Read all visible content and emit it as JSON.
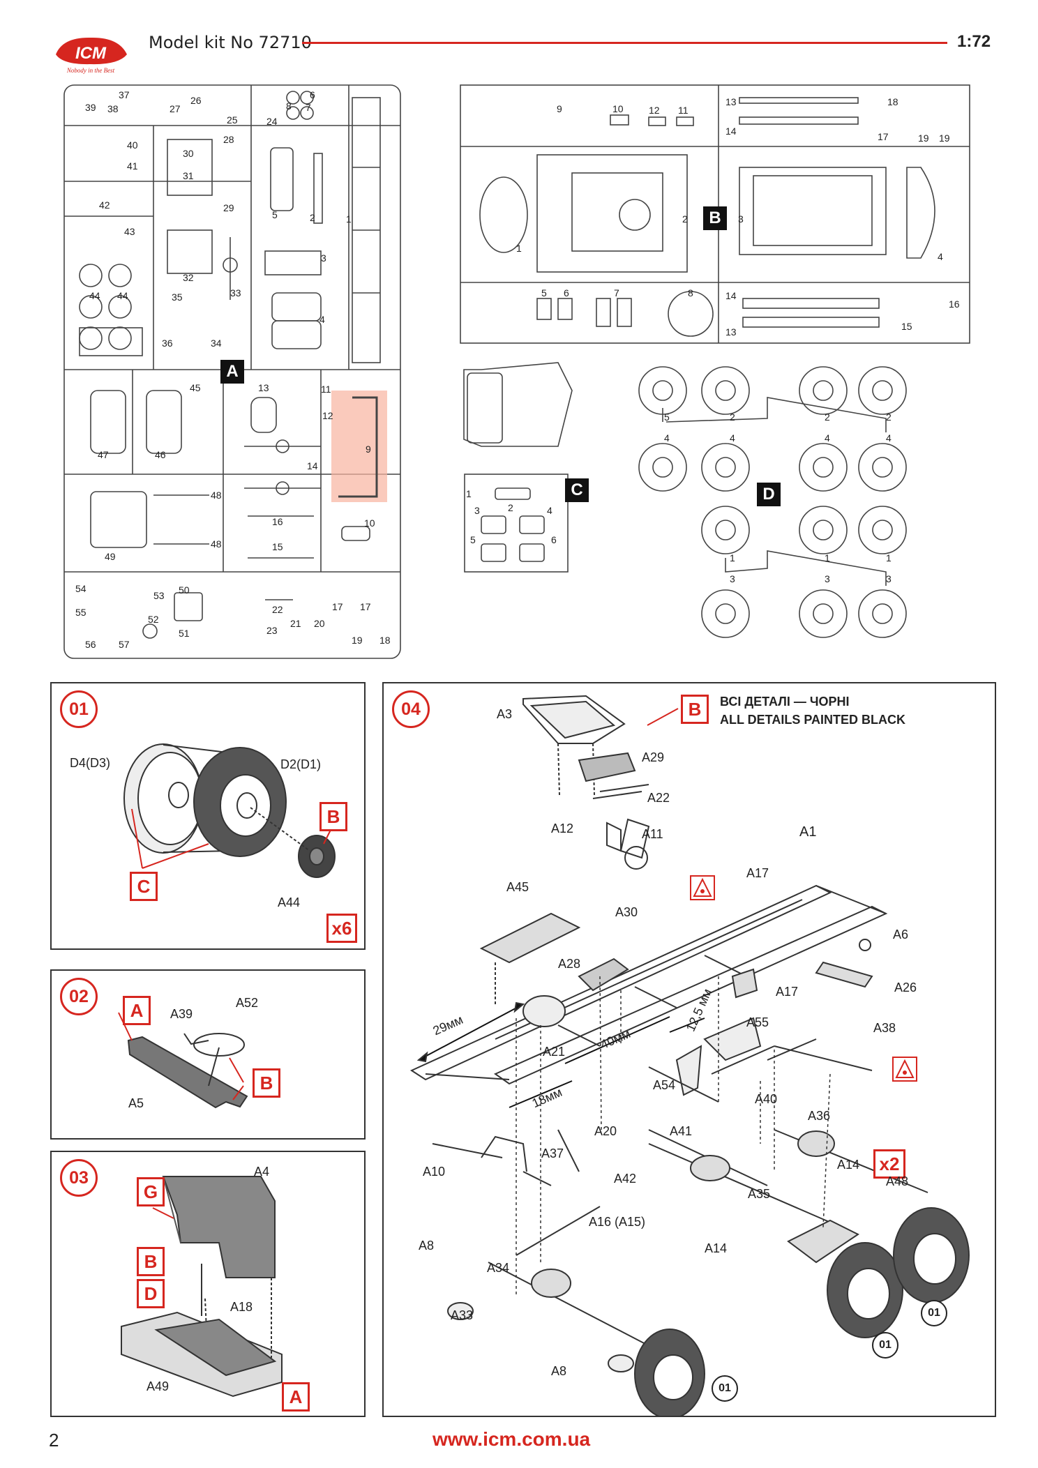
{
  "header": {
    "brand": "ICM",
    "brand_tagline": "Nobody in the Best",
    "title": "Model kit No 72710",
    "scale": "1:72"
  },
  "sprues": {
    "a": {
      "letter": "A",
      "parts": [
        "37",
        "39",
        "38",
        "26",
        "27",
        "25",
        "24",
        "6",
        "7",
        "8",
        "40",
        "41",
        "30",
        "28",
        "31",
        "29",
        "42",
        "43",
        "44",
        "44",
        "32",
        "33",
        "35",
        "36",
        "34",
        "45",
        "13",
        "11",
        "12",
        "47",
        "46",
        "14",
        "9",
        "48",
        "48",
        "49",
        "16",
        "10",
        "15",
        "54",
        "53",
        "50",
        "55",
        "52",
        "51",
        "22",
        "17",
        "17",
        "56",
        "57",
        "23",
        "21",
        "20",
        "19",
        "18",
        "5",
        "2",
        "3",
        "4",
        "1"
      ]
    },
    "b": {
      "letter": "B",
      "parts": [
        "9",
        "10",
        "12",
        "11",
        "13",
        "18",
        "14",
        "17",
        "19",
        "19",
        "1",
        "2",
        "3",
        "4",
        "5",
        "6",
        "7",
        "8",
        "14",
        "16",
        "15",
        "13"
      ]
    },
    "c": {
      "letter": "C",
      "parts": [
        "1",
        "2",
        "3",
        "4",
        "5",
        "6"
      ]
    },
    "d": {
      "letter": "D",
      "parts": [
        "5",
        "2",
        "2",
        "2",
        "4",
        "4",
        "4",
        "4",
        "1",
        "1",
        "1",
        "3",
        "3",
        "3"
      ]
    }
  },
  "steps": {
    "s01": {
      "num": "01",
      "labels": {
        "d4": "D4(D3)",
        "d2": "D2(D1)",
        "a44": "A44"
      },
      "tags": {
        "b": "B",
        "c": "C"
      },
      "qty": "x6"
    },
    "s02": {
      "num": "02",
      "labels": {
        "a39": "A39",
        "a52": "A52",
        "a5": "A5"
      },
      "tags": {
        "a": "A",
        "b": "B"
      }
    },
    "s03": {
      "num": "03",
      "labels": {
        "a4": "A4",
        "a18": "A18",
        "a49": "A49"
      },
      "tags": {
        "g": "G",
        "b": "B",
        "d": "D",
        "a": "A"
      }
    },
    "s04": {
      "num": "04",
      "note_uk": "ВСІ ДЕТАЛІ — ЧОРНІ",
      "note_en": "ALL DETAILS PAINTED BLACK",
      "tag_b": "B",
      "qty": "x2",
      "labels": {
        "a3": "A3",
        "a29": "A29",
        "a22": "A22",
        "a12": "A12",
        "a11": "A11",
        "a1": "A1",
        "a45": "A45",
        "a17a": "A17",
        "a30": "A30",
        "a6": "A6",
        "a28": "A28",
        "a26": "A26",
        "a17b": "A17",
        "a21": "A21",
        "a55": "A55",
        "a38": "A38",
        "a54": "A54",
        "a40": "A40",
        "a20": "A20",
        "a41": "A41",
        "a36": "A36",
        "a10": "A10",
        "a37": "A37",
        "a42": "A42",
        "a14a": "A14",
        "a48": "A48",
        "a35": "A35",
        "a16": "A16 (A15)",
        "a8a": "A8",
        "a14b": "A14",
        "a34": "A34",
        "a33": "A33",
        "a8b": "A8",
        "ref1": "01",
        "ref2": "01",
        "ref3": "01"
      },
      "dims": {
        "d29": "29мм",
        "d40": "40мм",
        "d18": "18мм",
        "d125": "12,5 мм"
      }
    }
  },
  "footer": {
    "page": "2",
    "url": "www.icm.com.ua"
  }
}
